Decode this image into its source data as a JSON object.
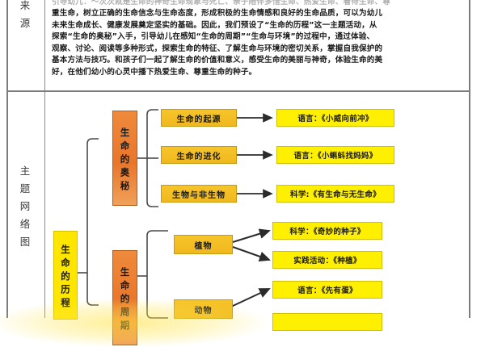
{
  "table": {
    "rows": [
      {
        "label_chars": [
          "来",
          "源"
        ],
        "name": "source"
      },
      {
        "label_chars": [
          "主",
          "题",
          "网",
          "络",
          "图"
        ],
        "name": "theme-network-diagram"
      }
    ]
  },
  "source_text": {
    "paragraph_lines": [
      "引导幼儿：～次次就是生命的神奇生命现象与死亡、亲子陪伴多惜生命、热爱生命、看待生命、尊",
      "重生命，树立正确的生命信念与生命态度，形成积极的生命情感和良好的生命品质，可以为幼儿",
      "未来生命成长、健康发展奠定坚实的基础。因此，我们预设了“生命的历程”这一主题活动，从",
      "探索“生命的奥秘”入手，引导幼儿在感知“生命的周期”“生命与环境”的过程中，通过体验、",
      "观察、讨论、阅读等多种形式，探索生命的特征、了解生命与环境的密切关系，掌握自我保护的",
      "基本方法与技巧。和孩子们一起了解生命的价值和意义，感受生命的美丽与神奇，体验生命的美",
      "好，在他们幼小的心灵中播下热爱生命、尊重生命的种子。"
    ]
  },
  "diagram": {
    "root": {
      "label": "生命的历程",
      "color": "#ffe600"
    },
    "branches": [
      {
        "label": "生命的奥秘",
        "color": "#e8762a",
        "children": [
          {
            "label": "生命的起源",
            "leaves": [
              {
                "label": "语言：《小威向前冲》"
              }
            ]
          },
          {
            "label": "生命的进化",
            "leaves": [
              {
                "label": "语言：《小蝌蚪找妈妈》"
              }
            ]
          },
          {
            "label": "生物与非生物",
            "leaves": [
              {
                "label": "科学:《有生命与无生命》"
              }
            ]
          }
        ]
      },
      {
        "label": "生命的周期",
        "color": "#e8762a",
        "children": [
          {
            "label": "植物",
            "leaves": [
              {
                "label": "科学：《奇妙的种子》"
              },
              {
                "label": "实践活动：《种植》"
              }
            ]
          },
          {
            "label": "动物",
            "leaves": [
              {
                "label": "语言：《先有蛋》"
              },
              {
                "label": ""
              }
            ]
          }
        ]
      }
    ]
  },
  "colors": {
    "orange": "#e8762a",
    "amber": "#f0b81e",
    "yellow": "#ffef00",
    "bright_yellow": "#ffe600",
    "border_gray": "#8a8a8a",
    "text": "#1a1a1a"
  }
}
